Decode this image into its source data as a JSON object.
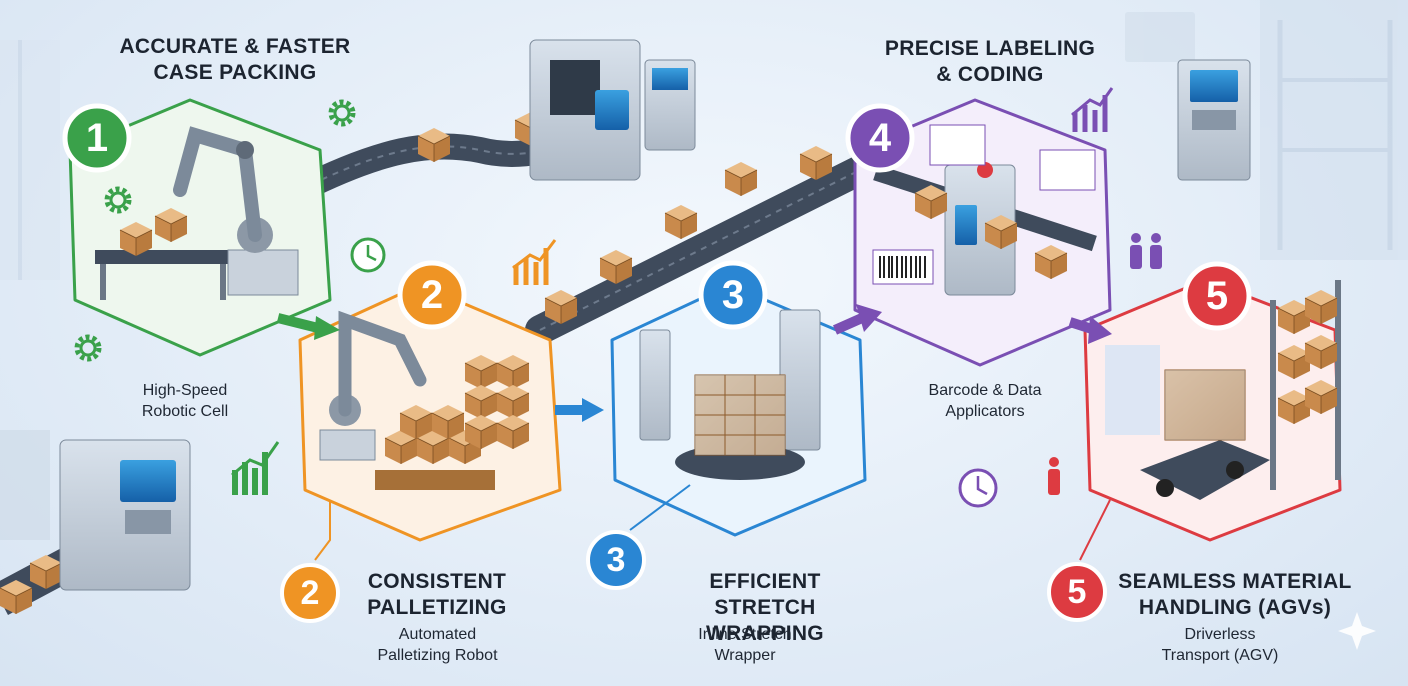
{
  "colors": {
    "step1": "#3aa14a",
    "step2": "#ef9424",
    "step3": "#2a86d3",
    "step4": "#7a4fb3",
    "step5": "#dd3b41",
    "conveyor": "#3f4b5c",
    "box": "#d59a5c"
  },
  "steps": [
    {
      "number": "1",
      "title_line1": "ACCURATE & FASTER",
      "title_line2": "CASE PACKING",
      "sub_line1": "High-Speed",
      "sub_line2": "Robotic Cell"
    },
    {
      "number": "2",
      "title_line1": "CONSISTENT",
      "title_line2": "PALLETIZING",
      "sub_line1": "Automated",
      "sub_line2": "Palletizing Robot"
    },
    {
      "number": "3",
      "title_line1": "EFFICIENT",
      "title_line2": "STRETCH WRAPPING",
      "sub_line1": "Inline Stretch",
      "sub_line2": "Wrapper"
    },
    {
      "number": "4",
      "title_line1": "PRECISE LABELING",
      "title_line2": "& CODING",
      "sub_line1": "Barcode & Data",
      "sub_line2": "Applicators"
    },
    {
      "number": "5",
      "title_line1": "SEAMLESS MATERIAL",
      "title_line2": "HANDLING (AGVs)",
      "sub_line1": "Driverless",
      "sub_line2": "Transport (AGV)"
    }
  ],
  "icons": [
    "gear-icon",
    "clock-icon",
    "growth-chart-icon",
    "people-icon",
    "robot-arm-icon",
    "barcode-icon",
    "agv-icon"
  ]
}
